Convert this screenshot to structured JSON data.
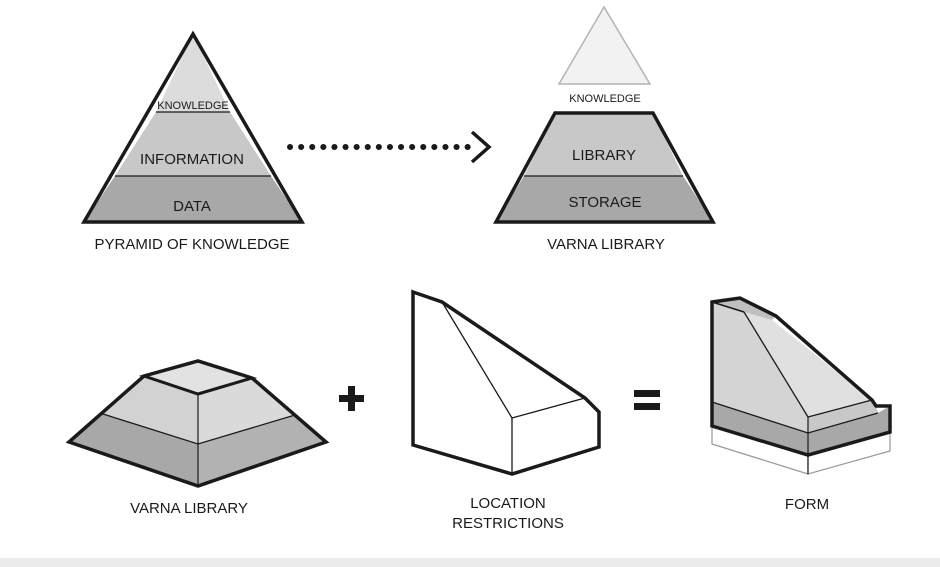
{
  "top_left_pyramid": {
    "tier_top": "KNOWLEDGE",
    "tier_middle": "INFORMATION",
    "tier_bottom": "DATA",
    "caption": "PYRAMID OF KNOWLEDGE"
  },
  "top_right_pyramid": {
    "floating_top": "KNOWLEDGE",
    "tier_middle": "LIBRARY",
    "tier_bottom": "STORAGE",
    "caption": "VARNA LIBRARY"
  },
  "bottom_row": {
    "library_caption": "VARNA LIBRARY",
    "plus_symbol": "+",
    "location_caption_line1": "LOCATION",
    "location_caption_line2": "RESTRICTIONS",
    "equals_symbol": "=",
    "form_caption": "FORM"
  },
  "colors": {
    "tier_light": "#dcdcdc",
    "tier_mid": "#c8c8c8",
    "tier_dark": "#a8a8a8",
    "outline": "#1a1a1a",
    "faded_outline": "#b4b4b4"
  }
}
